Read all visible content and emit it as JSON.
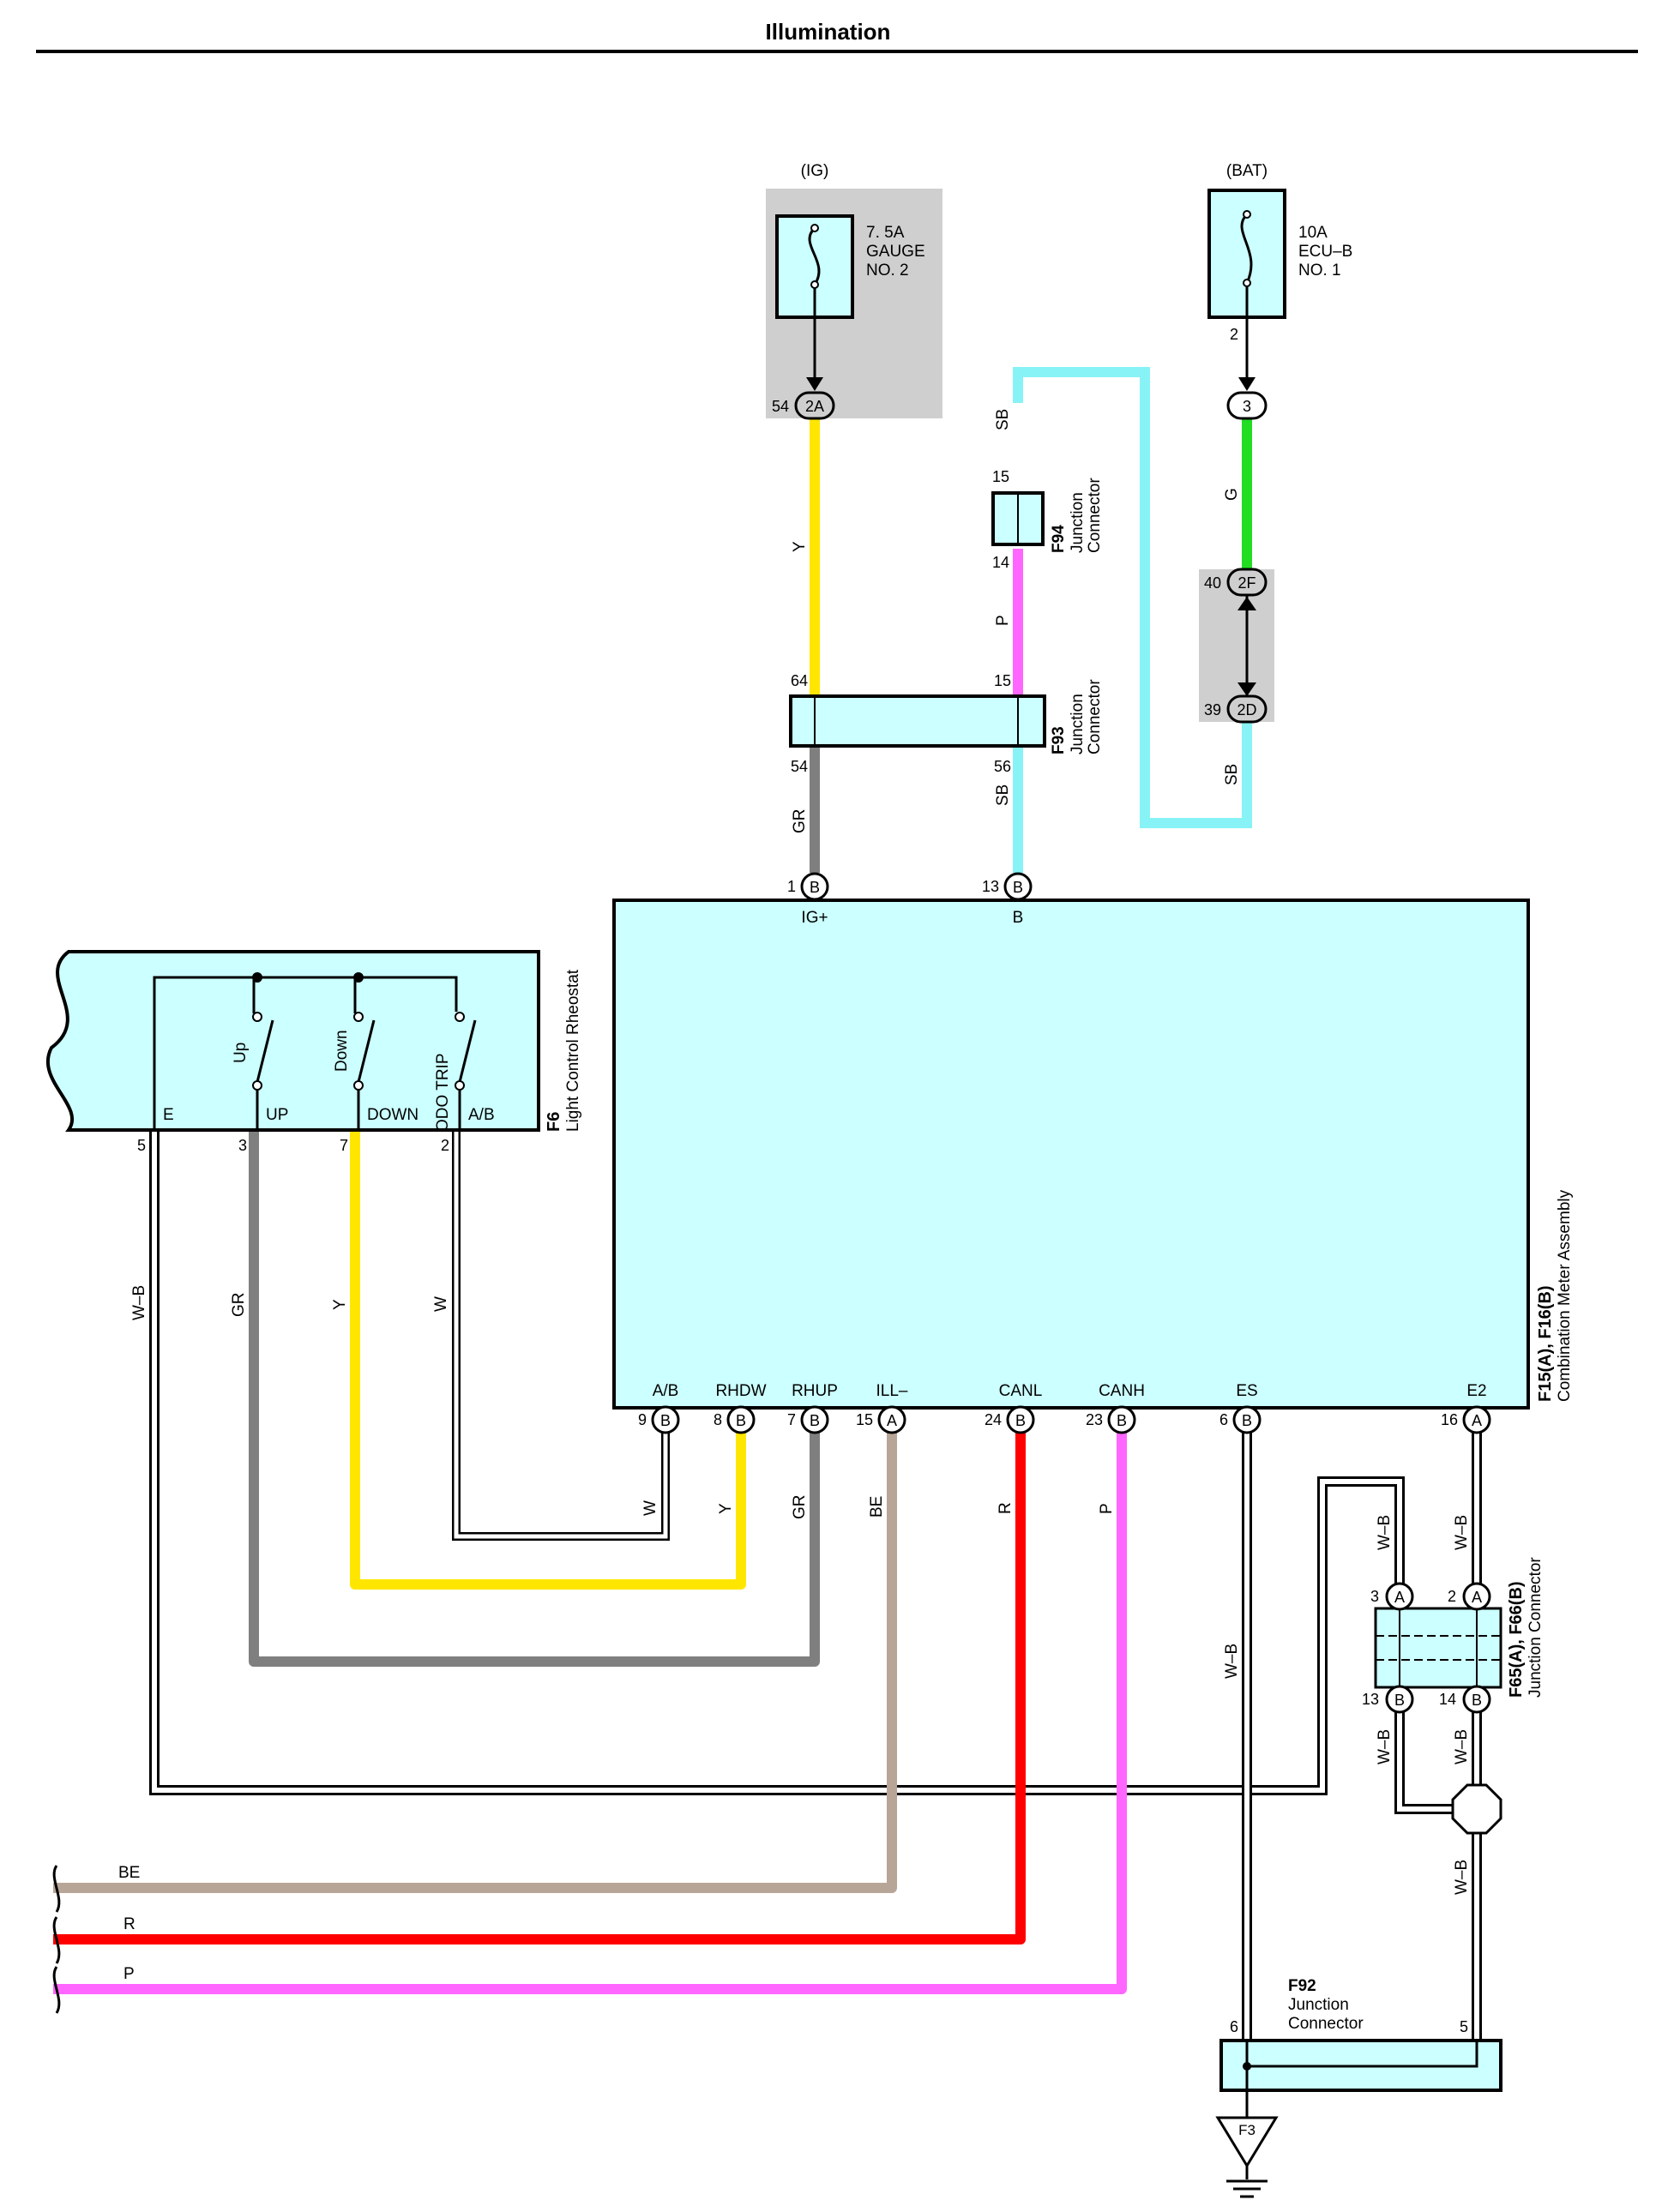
{
  "page": {
    "title": "Illumination"
  },
  "colors": {
    "SB": "#88f3f6",
    "Y": "#ffe600",
    "P": "#ff66ff",
    "G": "#22dd22",
    "GR": "#7f7f7f",
    "BE": "#b7a597",
    "R": "#ff0000",
    "box": "#ccffff",
    "shade": "#cfcfcf"
  },
  "fuses": {
    "ig": {
      "supply": "(IG)",
      "line1": "7. 5A",
      "line2": "GAUGE",
      "line3": "NO. 2"
    },
    "bat": {
      "supply": "(BAT)",
      "line1": "10A",
      "line2": "ECU–B",
      "line3": "NO. 1",
      "pin": "2"
    }
  },
  "jb": {
    "c2A": "2A",
    "c2A_pin": "54",
    "c3": "3",
    "c2F": "2F",
    "c2F_pin": "40",
    "c2D": "2D",
    "c2D_pin": "39"
  },
  "f94": {
    "code": "F94",
    "line1": "Junction",
    "line2": "Connector",
    "pin_top": "15",
    "pin_bot": "14"
  },
  "f93": {
    "code": "F93",
    "line1": "Junction",
    "line2": "Connector",
    "pin_tl": "64",
    "pin_tr": "15",
    "pin_bl": "54",
    "pin_br": "56"
  },
  "meter": {
    "code": "F15(A), F16(B)",
    "name": "Combination Meter Assembly",
    "top_pins": [
      {
        "num": "1",
        "conn": "B",
        "label": "IG+"
      },
      {
        "num": "13",
        "conn": "B",
        "label": "B"
      }
    ],
    "bottom_pins": [
      {
        "num": "9",
        "conn": "B",
        "label": "A/B"
      },
      {
        "num": "8",
        "conn": "B",
        "label": "RHDW"
      },
      {
        "num": "7",
        "conn": "B",
        "label": "RHUP"
      },
      {
        "num": "15",
        "conn": "A",
        "label": "ILL–"
      },
      {
        "num": "24",
        "conn": "B",
        "label": "CANL"
      },
      {
        "num": "23",
        "conn": "B",
        "label": "CANH"
      },
      {
        "num": "6",
        "conn": "B",
        "label": "ES"
      },
      {
        "num": "16",
        "conn": "A",
        "label": "E2"
      }
    ]
  },
  "rheostat": {
    "code": "F6",
    "name": "Light Control Rheostat",
    "switches": [
      "Up",
      "Down",
      "ODO TRIP"
    ],
    "terminals": [
      "E",
      "UP",
      "DOWN",
      "A/B"
    ],
    "pins": [
      "5",
      "3",
      "7",
      "2"
    ]
  },
  "jc_f65": {
    "code": "F65(A), F66(B)",
    "name": "Junction Connector",
    "pin_a1": "3",
    "pin_a2": "2",
    "pin_b1": "13",
    "pin_b2": "14",
    "conn_a": "A",
    "conn_b": "B"
  },
  "f92": {
    "code": "F92",
    "line1": "Junction",
    "line2": "Connector",
    "pin_l": "6",
    "pin_r": "5"
  },
  "ground": {
    "code": "F3"
  },
  "wire_labels": {
    "sb1": "SB",
    "sb2": "SB",
    "sb3": "SB",
    "y1": "Y",
    "p1": "P",
    "gr1": "GR",
    "g1": "G",
    "wb_e": "W–B",
    "gr_up": "GR",
    "y_dn": "Y",
    "w_ab": "W",
    "w9": "W",
    "y8": "Y",
    "gr7": "GR",
    "be15": "BE",
    "r24": "R",
    "p23": "P",
    "wb_es": "W–B",
    "wb_e2": "W–B",
    "wb_jc1": "W–B",
    "wb_jc2": "W–B",
    "wb_jc3": "W–B",
    "wb_jc4": "W–B",
    "wb_jc5": "W–B",
    "be_l": "BE",
    "r_l": "R",
    "p_l": "P"
  }
}
